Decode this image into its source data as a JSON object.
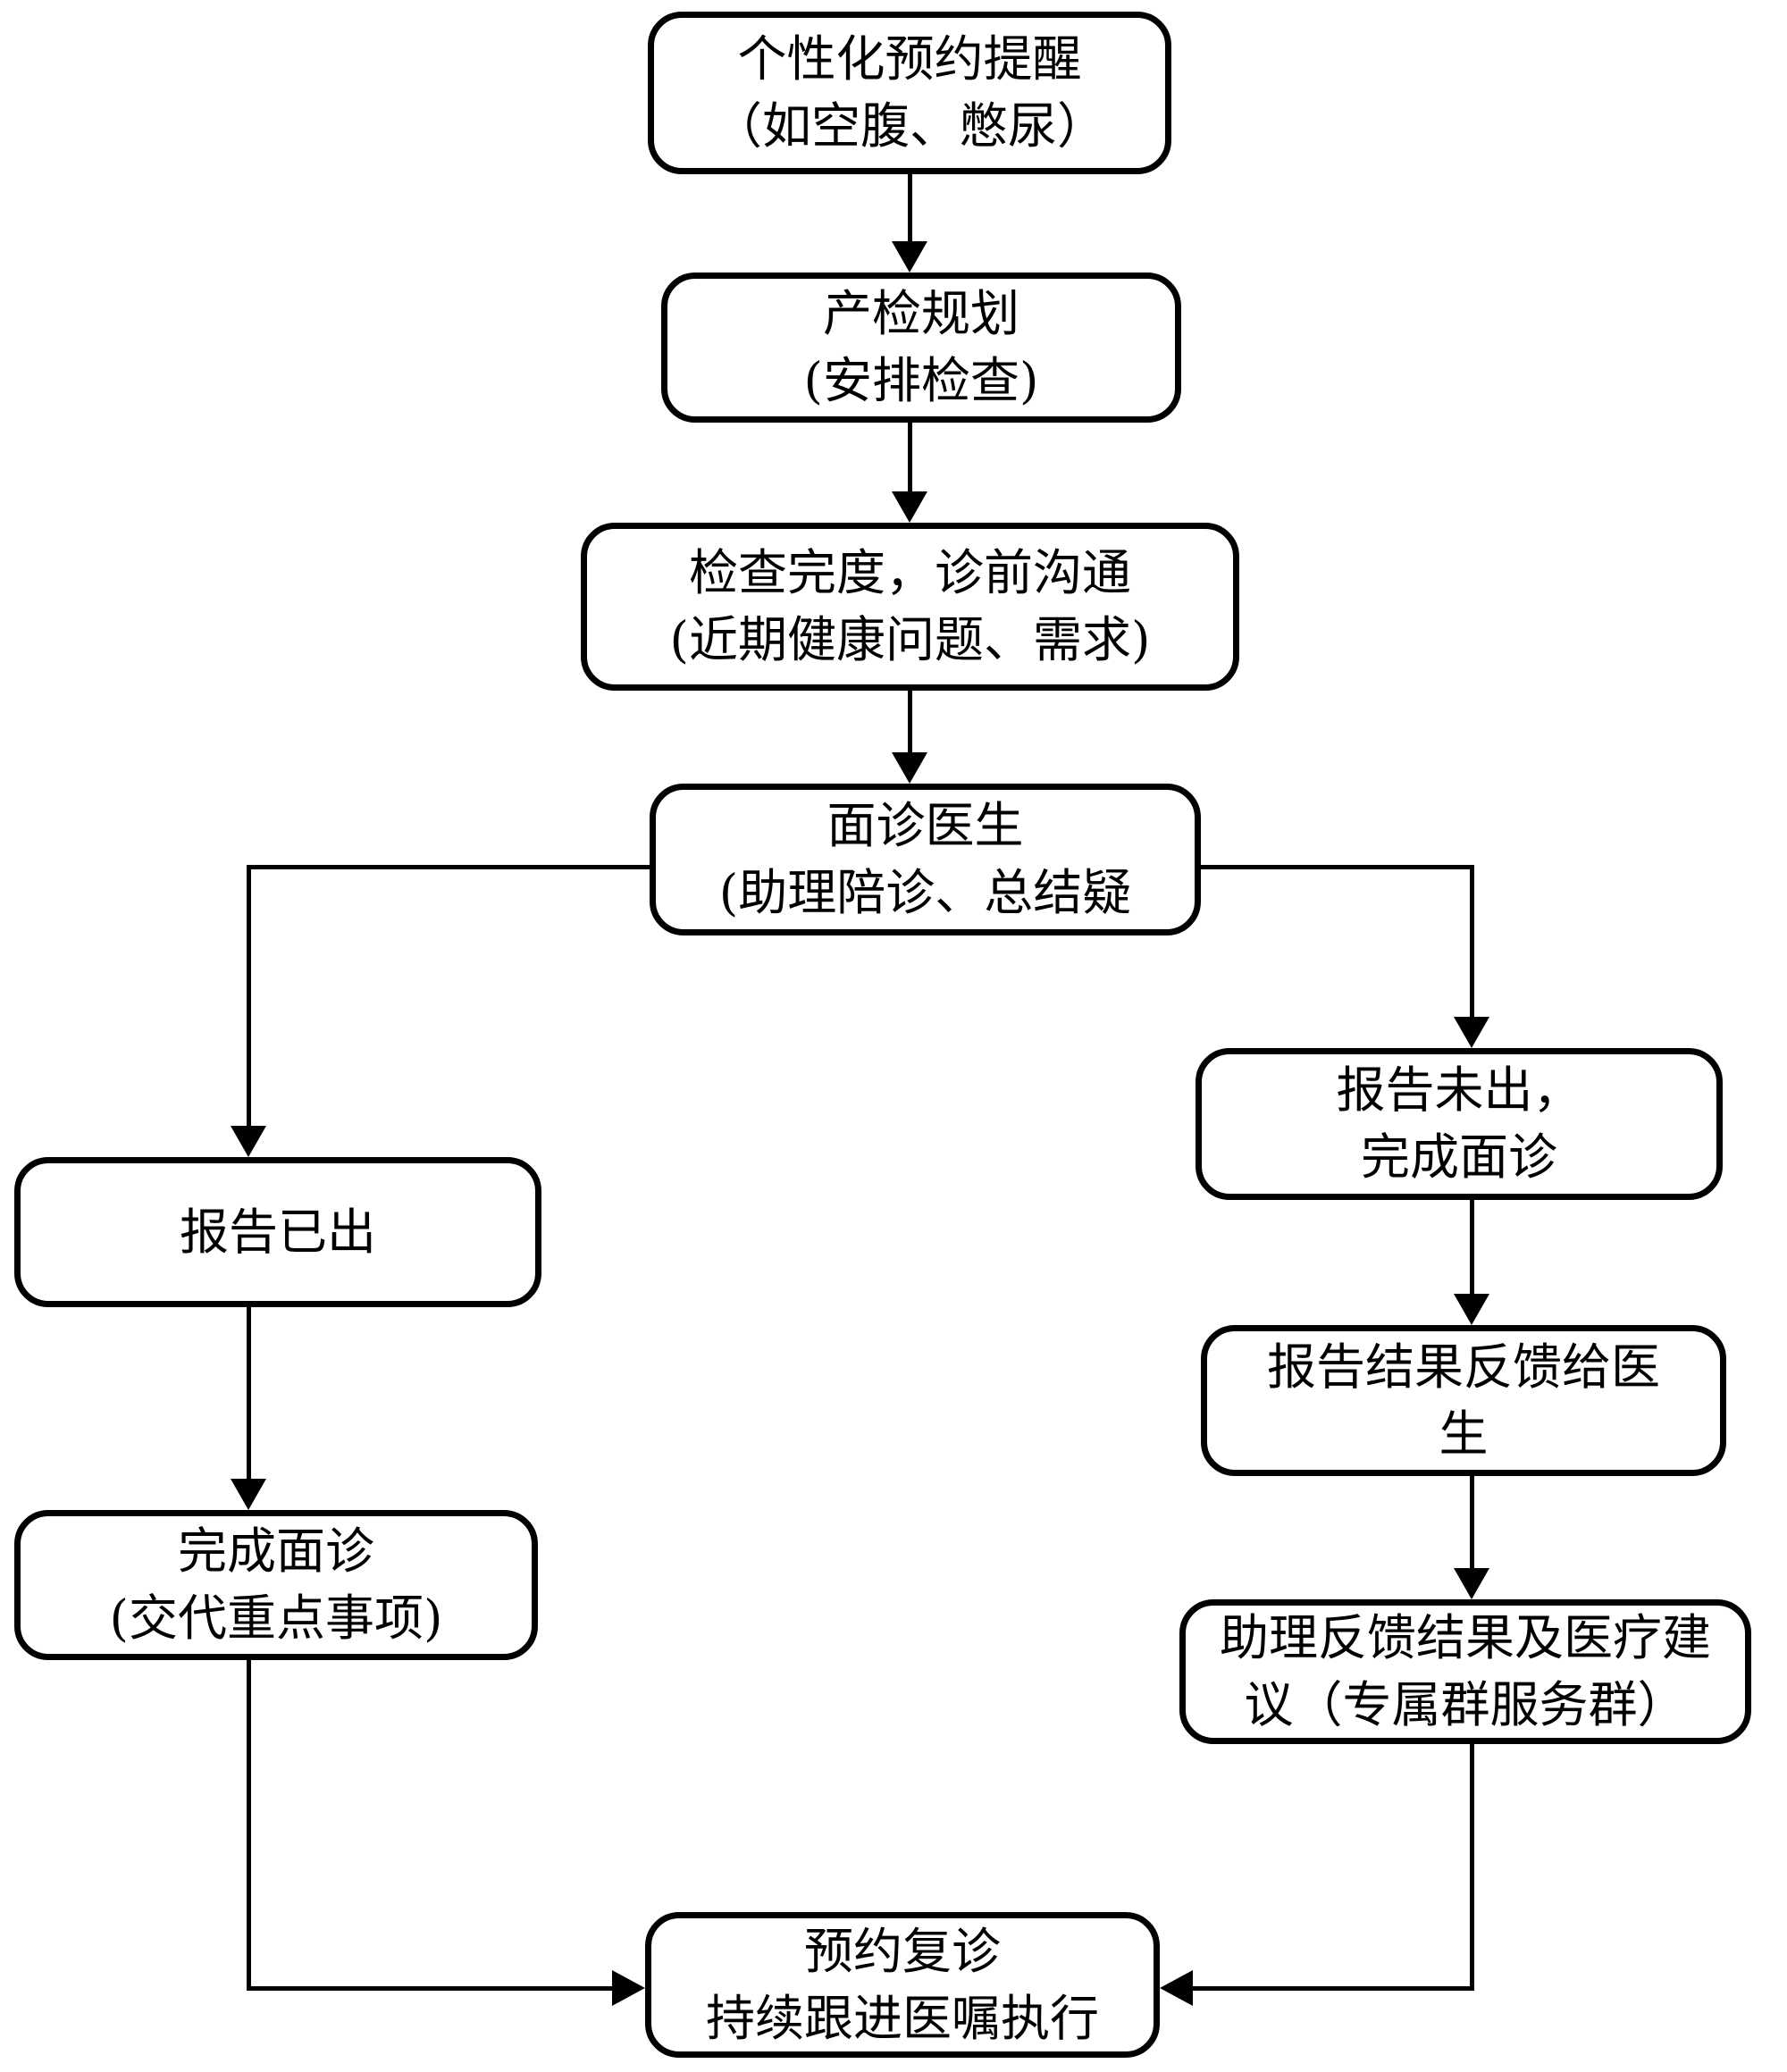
{
  "diagram": {
    "type": "flowchart",
    "colors": {
      "node_border": "#000000",
      "node_fill": "#ffffff",
      "connector": "#000000",
      "text": "#000000",
      "background": "#ffffff"
    },
    "nodes": {
      "appointment_reminder": {
        "line1": "个性化预约提醒",
        "line2": "（如空腹、憋尿）"
      },
      "checkup_planning": {
        "line1": "产检规划",
        "line2": "(安排检查)"
      },
      "precheck_communication": {
        "line1": "检查完度，诊前沟通",
        "line2": "(近期健康问题、需求)"
      },
      "doctor_consult": {
        "line1": "面诊医生",
        "line2": "(助理陪诊、总结疑"
      },
      "report_ready": {
        "line1": "报告已出"
      },
      "complete_consult": {
        "line1": "完成面诊",
        "line2": "(交代重点事项)"
      },
      "report_pending": {
        "line1": "报告未出，",
        "line2": "完成面诊"
      },
      "report_feedback_to_doctor": {
        "line1": "报告结果反馈给医",
        "line2": "生"
      },
      "assistant_feedback": {
        "line1": "助理反馈结果及医疗建",
        "line2": "议（专属群服务群）"
      },
      "followup_revisit": {
        "line1": "预约复诊",
        "line2": "持续跟进医嘱执行"
      }
    },
    "edges": [
      {
        "from": "appointment_reminder",
        "to": "checkup_planning"
      },
      {
        "from": "checkup_planning",
        "to": "precheck_communication"
      },
      {
        "from": "precheck_communication",
        "to": "doctor_consult"
      },
      {
        "from": "doctor_consult",
        "to": "report_ready"
      },
      {
        "from": "doctor_consult",
        "to": "report_pending"
      },
      {
        "from": "report_ready",
        "to": "complete_consult"
      },
      {
        "from": "complete_consult",
        "to": "followup_revisit"
      },
      {
        "from": "report_pending",
        "to": "report_feedback_to_doctor"
      },
      {
        "from": "report_feedback_to_doctor",
        "to": "assistant_feedback"
      },
      {
        "from": "assistant_feedback",
        "to": "followup_revisit"
      }
    ]
  }
}
